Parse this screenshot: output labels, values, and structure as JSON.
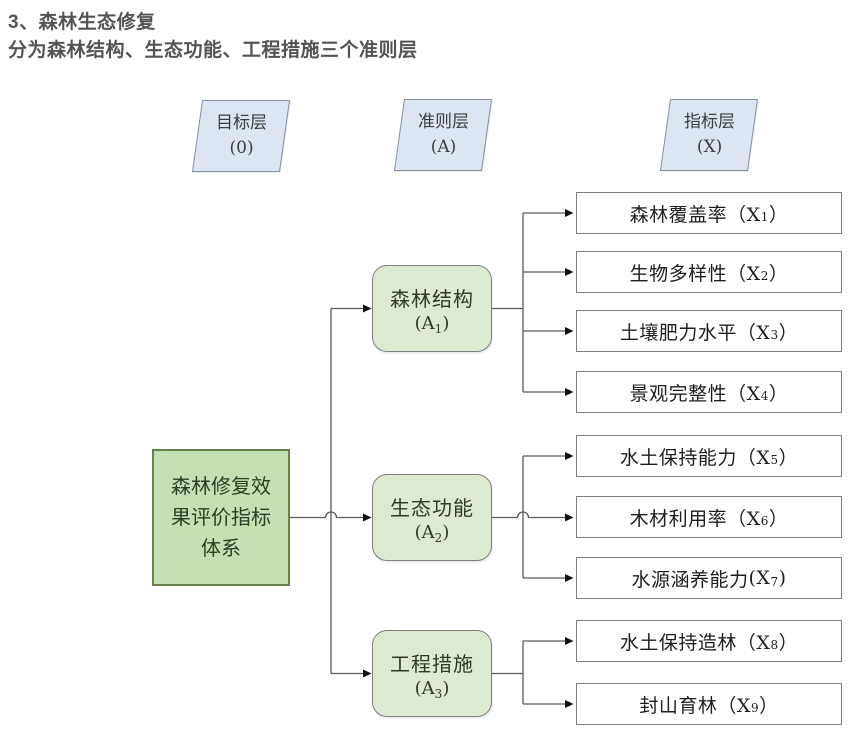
{
  "title": {
    "line1": "3、森林生态修复",
    "line2": "分为森林结构、生态功能、工程措施三个准则层"
  },
  "layers": [
    {
      "name": "目标层",
      "code": "(0)"
    },
    {
      "name": "准则层",
      "code": "(A)"
    },
    {
      "name": "指标层",
      "code": "(X)"
    }
  ],
  "root": {
    "label": "森林修复效果评价指标体系"
  },
  "criteria": [
    {
      "name": "森林结构",
      "open": "(A",
      "sub": "1",
      "close": ")"
    },
    {
      "name": "生态功能",
      "open": "(A",
      "sub": "2",
      "close": ")"
    },
    {
      "name": "工程措施",
      "open": "(A",
      "sub": "3",
      "close": ")"
    }
  ],
  "indicators": [
    {
      "label": "森林覆盖率",
      "open": "（X",
      "sub": "1",
      "close": "）"
    },
    {
      "label": "生物多样性",
      "open": "（X",
      "sub": "2",
      "close": "）"
    },
    {
      "label": "土壤肥力水平",
      "open": "（X",
      "sub": "3",
      "close": "）"
    },
    {
      "label": "景观完整性",
      "open": "（X",
      "sub": "4",
      "close": "）"
    },
    {
      "label": "水土保持能力",
      "open": "（X",
      "sub": "5",
      "close": "）"
    },
    {
      "label": "木材利用率",
      "open": "（X",
      "sub": "6",
      "close": "）"
    },
    {
      "label": "水源涵养能力",
      "open": "(X",
      "sub": "7",
      "close": ")"
    },
    {
      "label": "水土保持造林",
      "open": "（X",
      "sub": "8",
      "close": "）"
    },
    {
      "label": "封山育林",
      "open": "（X",
      "sub": "9",
      "close": "）"
    }
  ],
  "colors": {
    "layer_fill": "#dce6f2",
    "root_fill": "#c5e0b4",
    "root_border": "#69804a",
    "criteria_fill": "#dcead2",
    "box_border_gray": "#7f7f7f",
    "connector_line": "#595959",
    "arrowhead": "#111111",
    "title_text": "#545454"
  }
}
